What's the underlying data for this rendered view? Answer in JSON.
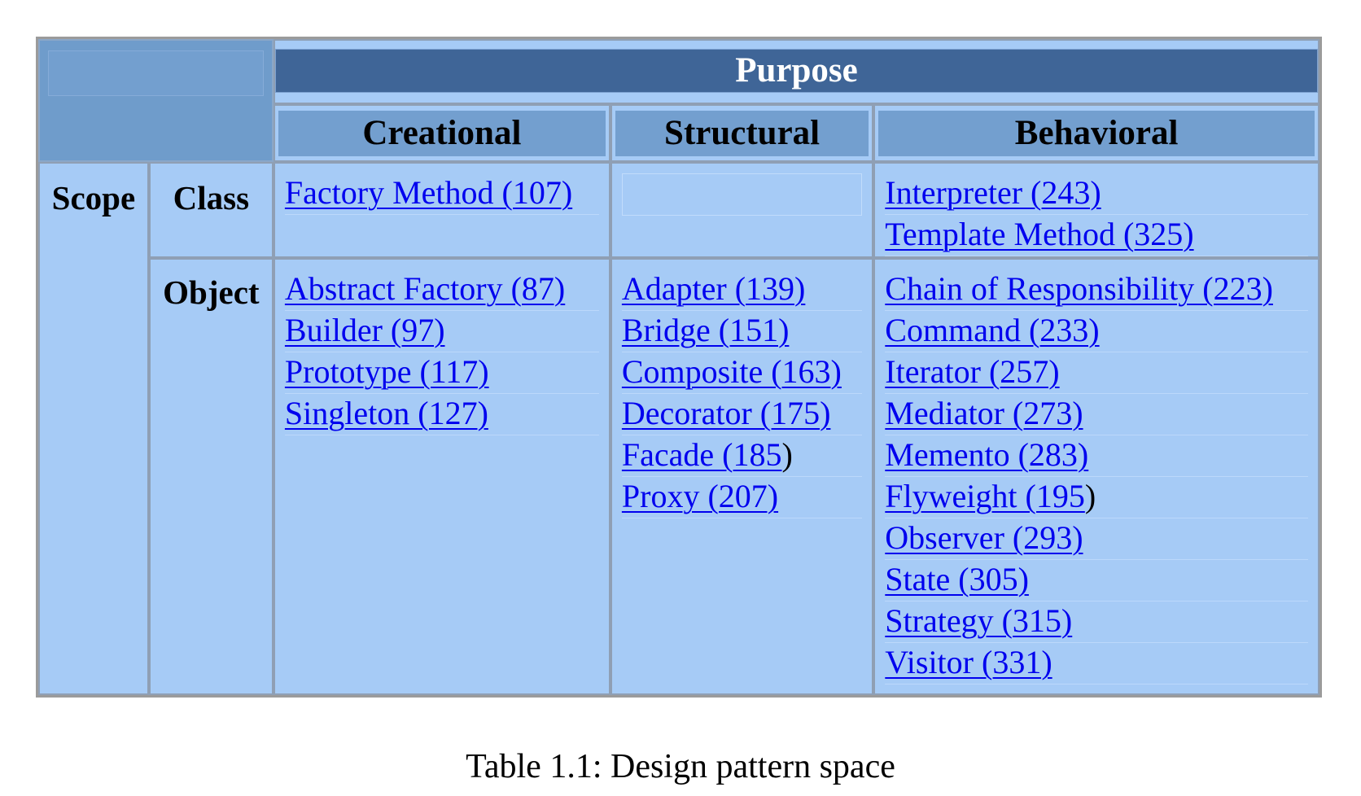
{
  "table": {
    "purpose_label": "Purpose",
    "scope_label": "Scope",
    "columns": [
      "Creational",
      "Structural",
      "Behavioral"
    ],
    "rows": [
      {
        "label": "Class",
        "cells": [
          [
            {
              "text": "Factory Method (107)"
            }
          ],
          [],
          [
            {
              "text": "Interpreter (243)"
            },
            {
              "text": "Template Method (325)"
            }
          ]
        ]
      },
      {
        "label": "Object",
        "cells": [
          [
            {
              "text": "Abstract Factory (87)"
            },
            {
              "text": "Builder (97)"
            },
            {
              "text": "Prototype (117)"
            },
            {
              "text": "Singleton (127)"
            }
          ],
          [
            {
              "text": "Adapter (139)"
            },
            {
              "text": "Bridge (151)"
            },
            {
              "text": "Composite (163)"
            },
            {
              "text": "Decorator (175)"
            },
            {
              "text": "Facade (185",
              "trail": ")"
            },
            {
              "text": "Proxy (207)"
            }
          ],
          [
            {
              "text": "Chain of Responsibility (223)"
            },
            {
              "text": "Command (233)"
            },
            {
              "text": "Iterator (257)"
            },
            {
              "text": "Mediator (273)"
            },
            {
              "text": "Memento (283)"
            },
            {
              "text": "Flyweight (195",
              "trail": ")"
            },
            {
              "text": "Observer (293)"
            },
            {
              "text": "State (305)"
            },
            {
              "text": "Strategy (315)"
            },
            {
              "text": "Visitor (331)"
            }
          ]
        ]
      }
    ]
  },
  "caption": "Table 1.1:  Design pattern space",
  "colors": {
    "table_background": "#a6cbf6",
    "header_bar": "#3f6597",
    "column_header": "#739fcf",
    "link": "#0000ee"
  }
}
